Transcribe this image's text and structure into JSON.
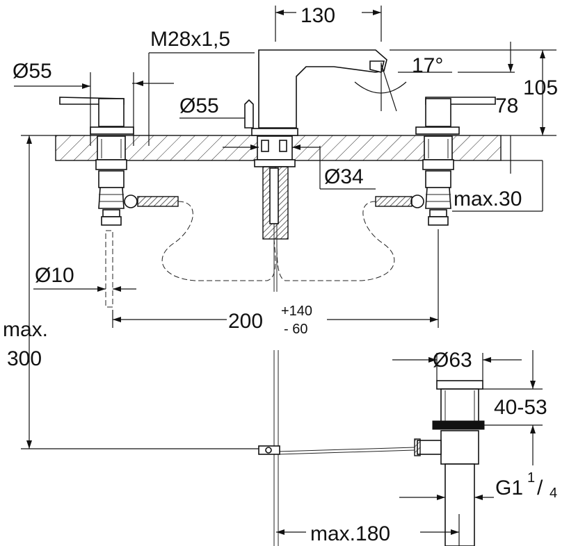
{
  "dimensions": {
    "d130": "130",
    "thread": "M28x1,5",
    "angle": "17°",
    "d55_left": "Ø55",
    "d55_mid": "Ø55",
    "h105": "105",
    "h78": "78",
    "d34": "Ø34",
    "max30": "max.30",
    "d10": "Ø10",
    "spread_base": "200",
    "spread_plus": "+140",
    "spread_minus": "- 60",
    "max_word": "max.",
    "max_value": "300",
    "d63": "Ø63",
    "range4053": "40-53",
    "thread_g_main": "G1",
    "thread_g_num": "1",
    "thread_g_slash": "/",
    "thread_g_den": "4",
    "max180": "max.180"
  }
}
